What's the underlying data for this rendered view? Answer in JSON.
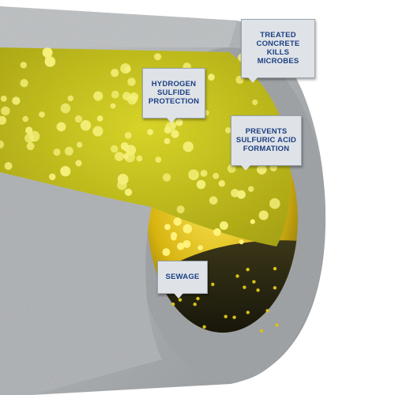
{
  "labels": {
    "treated": "TREATED\nCONCRETE KILLS\nMICROBES",
    "h2s": "HYDROGEN\nSULFIDE\nPROTECTION",
    "prevents": "PREVENTS\nSULFURIC ACID\nFORMATION",
    "sewage": "SEWAGE"
  },
  "colors": {
    "concrete": "#b9bcbe",
    "concrete_dark": "#8e9295",
    "gas": "#c9c81e",
    "bubble": "#f4f07a",
    "sewage_dark": "#2a2817",
    "label_text": "#1c3f82",
    "label_bg": "#dfe3e8"
  }
}
